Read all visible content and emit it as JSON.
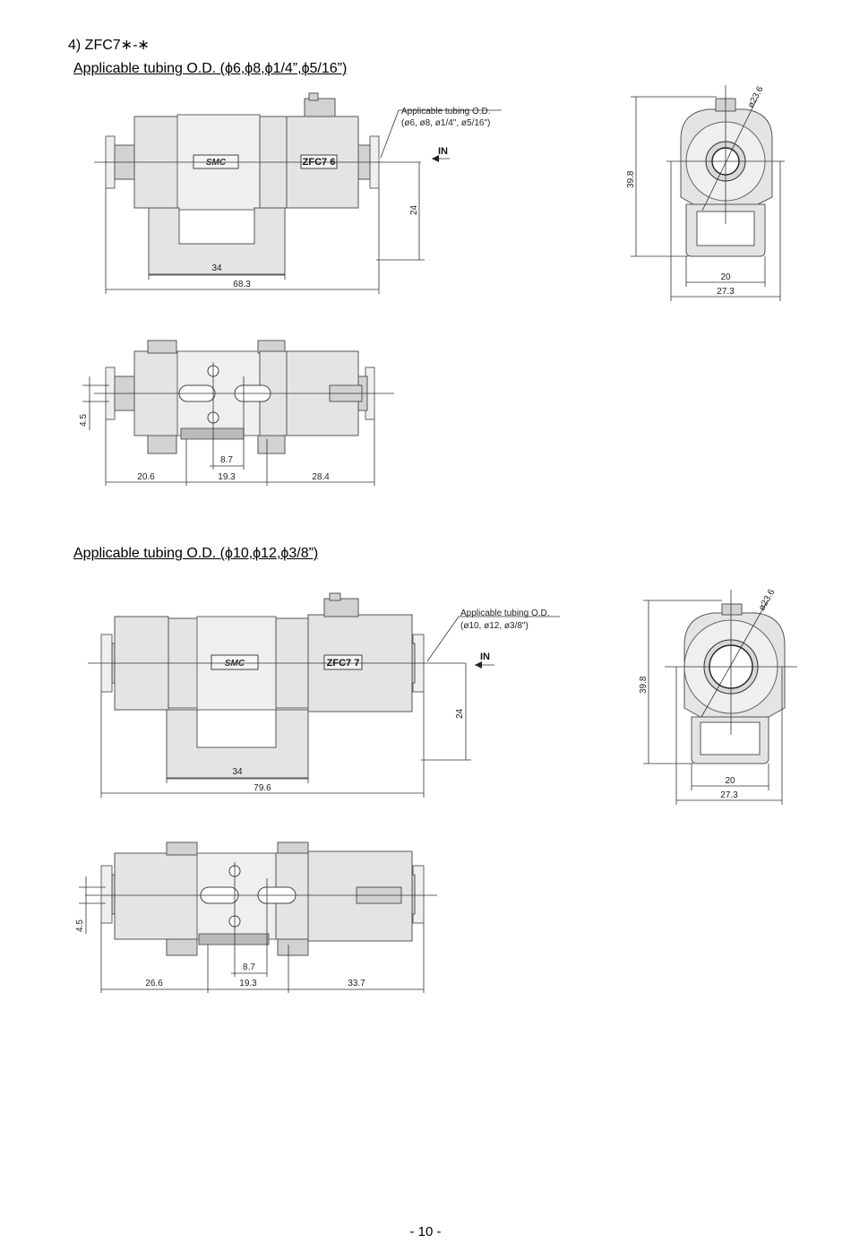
{
  "section_title": "4) ZFC7∗-∗",
  "views": [
    {
      "heading": "Applicable tubing O.D.  (ϕ6,ϕ8,ϕ1/4”,ϕ5/16”)",
      "callout_line1": "Applicable tubing O.D.",
      "callout_line2": "(ø6, ø8, ø1/4\", ø5/16\")",
      "in_label": "IN",
      "body_label": "ZFC7 6",
      "brand": "SMC",
      "dims": {
        "width_34": "34",
        "overall": "68.3",
        "height_24": "24",
        "height_398": "39.8",
        "dia": "ø23.6",
        "w20": "20",
        "w273": "27.3",
        "h45": "4.5",
        "d87": "8.7",
        "left": "20.6",
        "mid": "19.3",
        "right": "28.4"
      }
    },
    {
      "heading": "Applicable tubing O.D. (ϕ10,ϕ12,ϕ3/8”)",
      "callout_line1": "Applicable tubing O.D.",
      "callout_line2": "(ø10, ø12, ø3/8\")",
      "in_label": "IN",
      "body_label": "ZFC7 7",
      "brand": "SMC",
      "dims": {
        "width_34": "34",
        "overall": "79.6",
        "height_24": "24",
        "height_398": "39.8",
        "dia": "ø23.6",
        "w20": "20",
        "w273": "27.3",
        "h45": "4.5",
        "d87": "8.7",
        "left": "26.6",
        "mid": "19.3",
        "right": "33.7"
      }
    }
  ],
  "page_number": "- 10 -"
}
